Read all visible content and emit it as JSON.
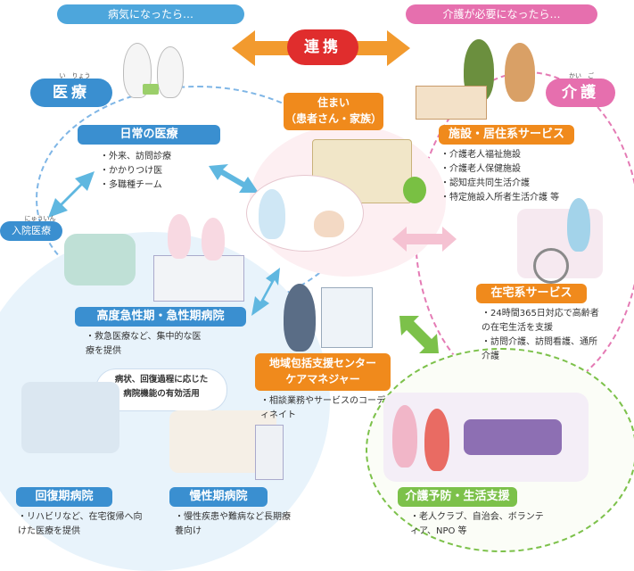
{
  "banners": {
    "illness": "病気になったら…",
    "care_needed": "介護が必要になったら…"
  },
  "center_badge": "連携",
  "iryo": {
    "label": "医療",
    "ruby": "い　りょう"
  },
  "kaigo": {
    "label": "介護",
    "ruby": "かい　ご"
  },
  "nyuin": {
    "label": "入院医療",
    "ruby": "にゅういん"
  },
  "daily": {
    "title": "日常の医療",
    "items": [
      "外来、訪問診療",
      "かかりつけ医",
      "多職種チーム"
    ]
  },
  "home": {
    "line1": "住まい",
    "line2": "（患者さん・家族）"
  },
  "facility": {
    "title": "施設・居住系サービス",
    "items": [
      "介護老人福祉施設",
      "介護老人保健施設",
      "認知症共同生活介護",
      "特定施設入所者生活介護 等"
    ]
  },
  "inhome": {
    "title": "在宅系サービス",
    "items": [
      "24時間365日対応で高齢者の在宅生活を支援",
      "訪問介護、訪問看護、通所介護"
    ]
  },
  "acute": {
    "title": "高度急性期・急性期病院",
    "items": [
      "救急医療など、集中的な医療を提供"
    ]
  },
  "function_bubble": {
    "line1": "病状、回復過程に応じた",
    "line2": "病院機能の有効活用"
  },
  "center": {
    "title1": "地域包括支援センター",
    "title2": "ケアマネジャー",
    "items": [
      "相談業務やサービスのコーディネイト"
    ]
  },
  "recovery": {
    "title": "回復期病院",
    "items": [
      "リハビリなど、在宅復帰へ向けた医療を提供"
    ]
  },
  "chronic": {
    "title": "慢性期病院",
    "items": [
      "慢性疾患や難病など長期療養向け"
    ]
  },
  "prevention": {
    "title": "介護予防・生活支援",
    "items": [
      "老人クラブ、自治会、ボランティア、NPO 等"
    ]
  },
  "colors": {
    "blue_pill": "#4da6dc",
    "blue_header": "#3a8fd0",
    "pink_pill": "#e66fae",
    "orange_header": "#f08a1c",
    "green_header": "#7cc14a",
    "red_badge": "#e02d2d",
    "orange_arrow": "#f29a2e"
  }
}
